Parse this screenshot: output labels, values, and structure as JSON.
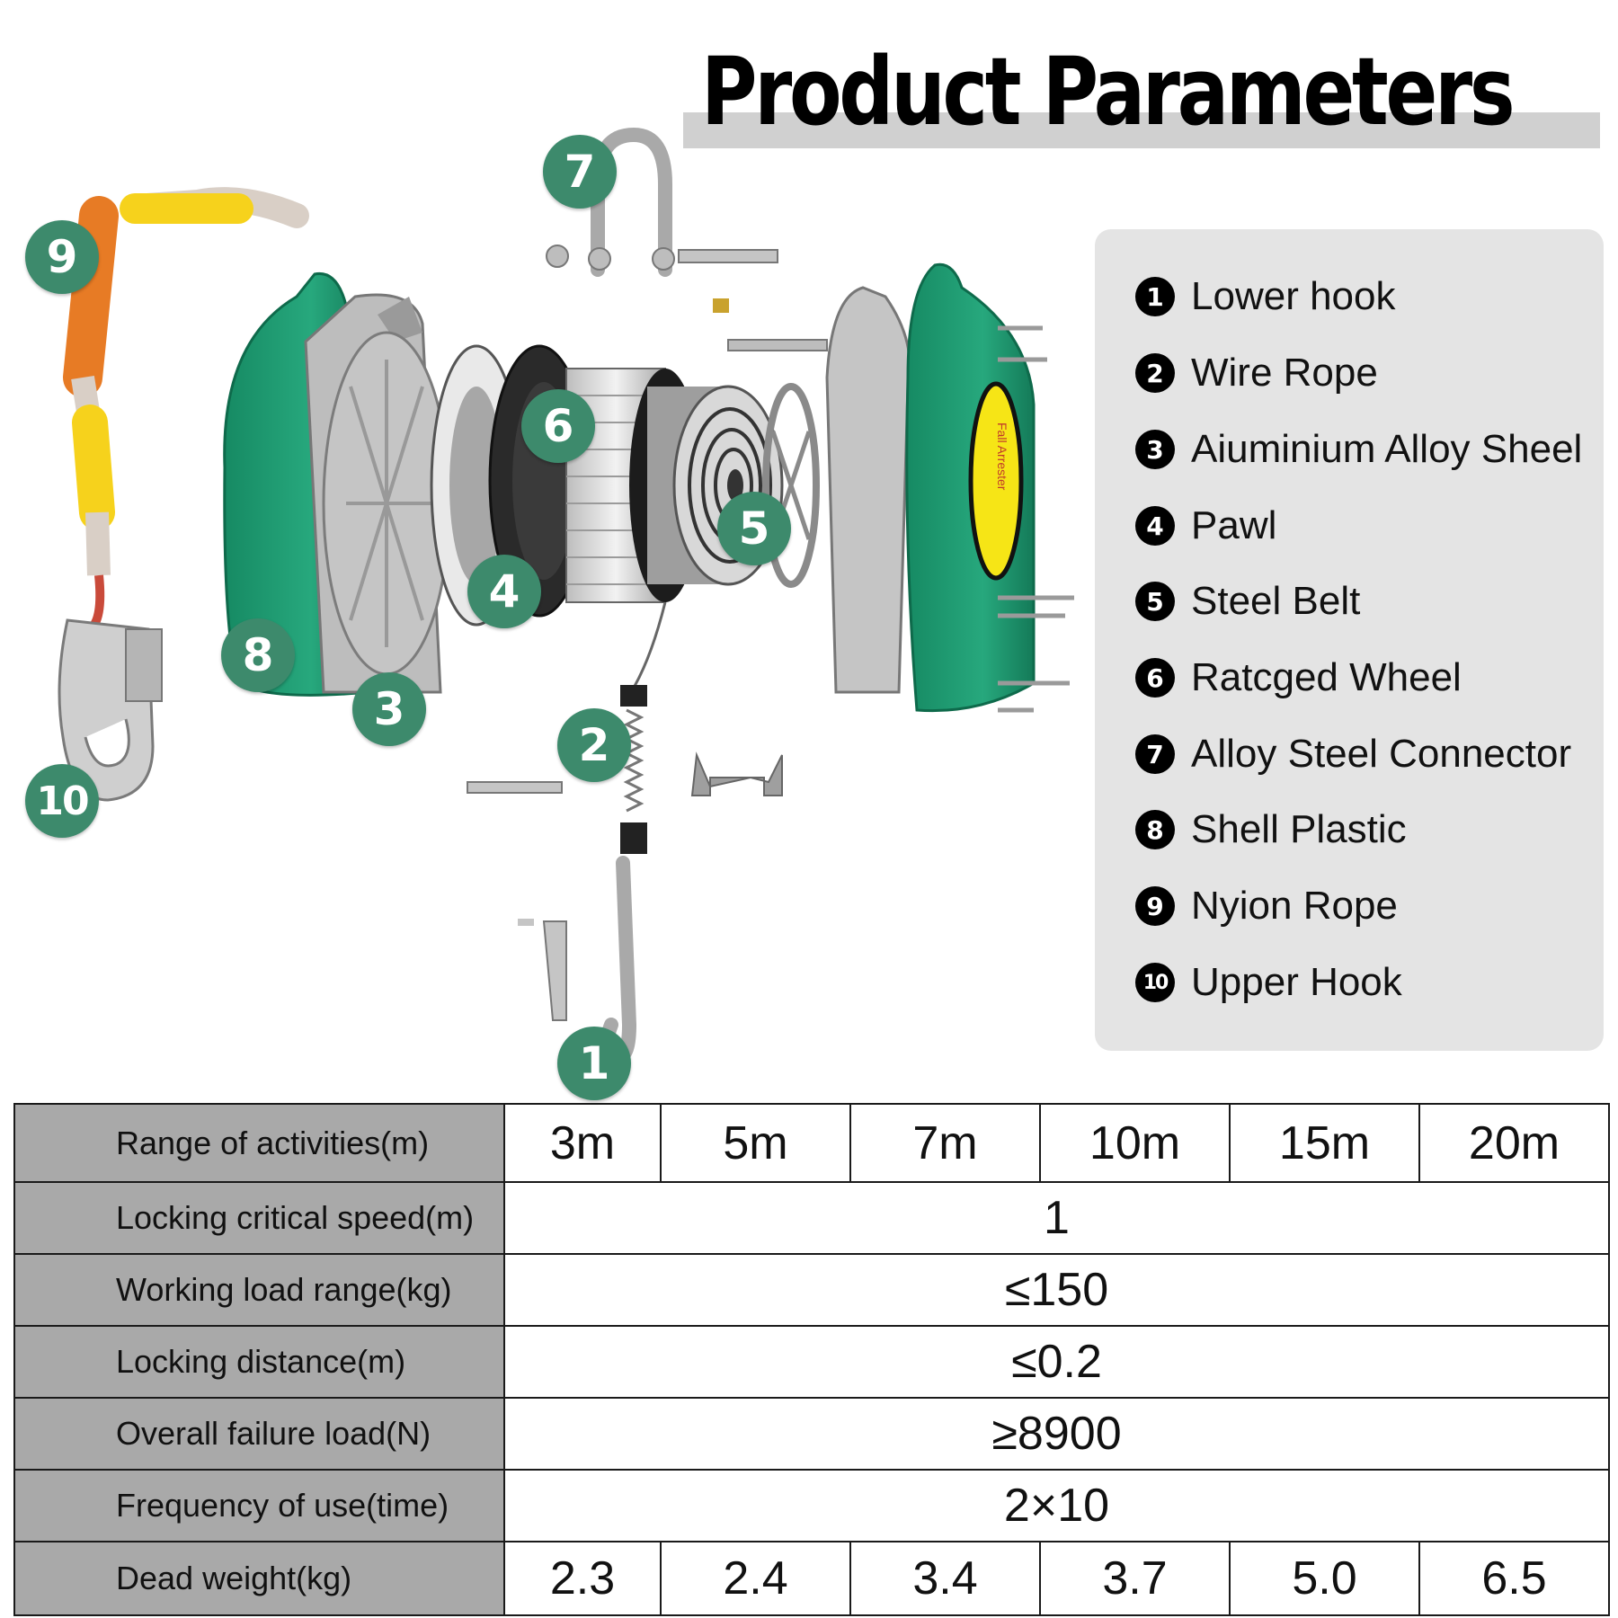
{
  "title": "Product Parameters",
  "badges": [
    "1",
    "2",
    "3",
    "4",
    "5",
    "6",
    "7",
    "8",
    "9",
    "10"
  ],
  "legend": [
    {
      "num": "1",
      "label": "Lower hook"
    },
    {
      "num": "2",
      "label": "Wire Rope"
    },
    {
      "num": "3",
      "label": "Aiuminium Alloy Sheel"
    },
    {
      "num": "4",
      "label": "Pawl"
    },
    {
      "num": "5",
      "label": "Steel Belt"
    },
    {
      "num": "6",
      "label": "Ratcged Wheel"
    },
    {
      "num": "7",
      "label": "Alloy Steel Connector"
    },
    {
      "num": "8",
      "label": "Shell Plastic"
    },
    {
      "num": "9",
      "label": "Nyion Rope"
    },
    {
      "num": "10",
      "label": "Upper Hook"
    }
  ],
  "device_label": "Fall Arrester",
  "colors": {
    "badge_green": "#3d8a6c",
    "housing_green": "#1f9a72",
    "legend_bg": "#e4e4e4",
    "table_header_gray": "#a9a9a9",
    "rope_orange": "#e77b25",
    "rope_yellow": "#f6d21c"
  },
  "table": {
    "rows": [
      {
        "header": "Range of activities(m)",
        "values": [
          "3m",
          "5m",
          "7m",
          "10m",
          "15m",
          "20m"
        ]
      },
      {
        "header": "Locking critical speed(m)",
        "value": "1"
      },
      {
        "header": "Working load range(kg)",
        "value": "≤150"
      },
      {
        "header": "Locking distance(m)",
        "value": "≤0.2"
      },
      {
        "header": "Overall failure load(N)",
        "value": "≥8900"
      },
      {
        "header": "Frequency of use(time)",
        "value": "2×10"
      },
      {
        "header": "Dead weight(kg)",
        "values": [
          "2.3",
          "2.4",
          "3.4",
          "3.7",
          "5.0",
          "6.5"
        ]
      }
    ]
  }
}
